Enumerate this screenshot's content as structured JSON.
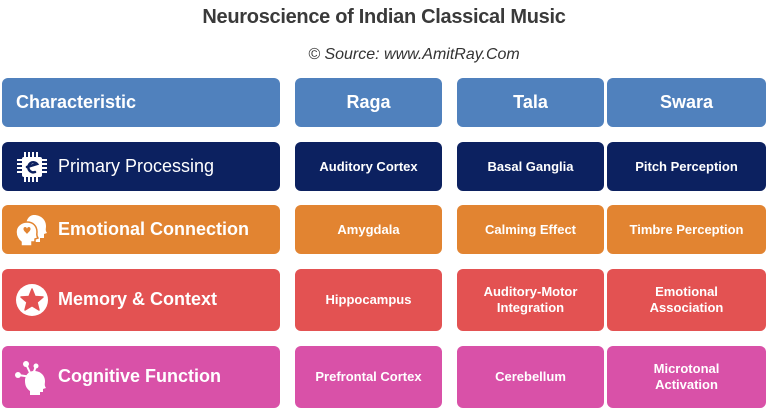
{
  "title": "Neuroscience of Indian Classical Music",
  "source": "© Source: www.AmitRay.Com",
  "colors": {
    "header": "#5081bd",
    "primary_processing": "#0c2160",
    "emotional_connection": "#e28431",
    "memory_context": "#e35252",
    "cognitive_function": "#d951a8",
    "text": "#ffffff",
    "title_text": "#3a3a3a"
  },
  "table": {
    "headers": [
      "Characteristic",
      "Raga",
      "Tala",
      "Swara"
    ],
    "rows": [
      {
        "label": "Primary Processing",
        "icon": "processor-chip-icon",
        "raga": "Auditory Cortex",
        "tala": "Basal Ganglia",
        "swara": "Pitch Perception"
      },
      {
        "label": "Emotional Connection",
        "icon": "heads-with-heart-icon",
        "raga": "Amygdala",
        "tala": "Calming Effect",
        "swara": "Timbre Perception"
      },
      {
        "label": "Memory & Context",
        "icon": "star-circle-icon",
        "raga": "Hippocampus",
        "tala": "Auditory-Motor Integration",
        "swara": "Emotional Association"
      },
      {
        "label": "Cognitive Function",
        "icon": "head-network-icon",
        "raga": "Prefrontal Cortex",
        "tala": "Cerebellum",
        "swara": "Microtonal Activation"
      }
    ]
  }
}
